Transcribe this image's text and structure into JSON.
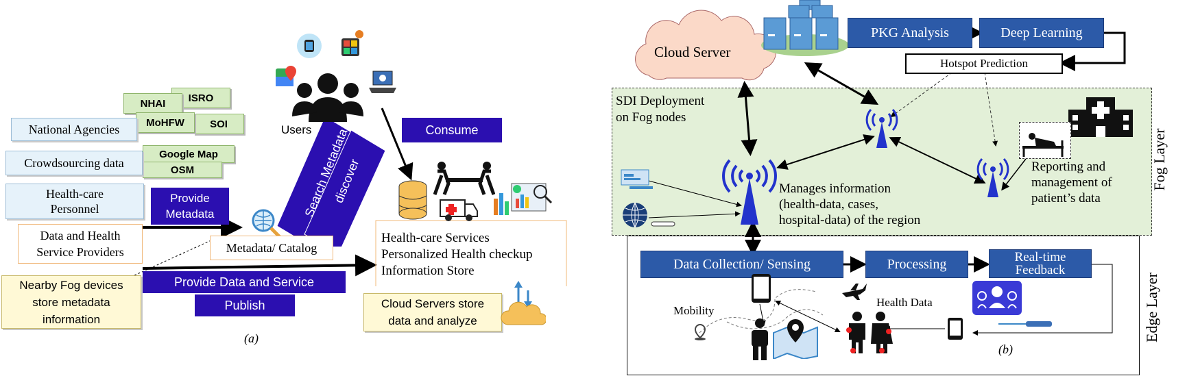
{
  "panel_a": {
    "caption": "(a)",
    "green_tags": {
      "nhai": "NHAI",
      "isro": "ISRO",
      "mohfw": "MoHFW",
      "soi": "SOI",
      "google_map": "Google Map",
      "osm": "OSM"
    },
    "sources": {
      "national_agencies": "National Agencies",
      "crowdsourcing": "Crowdsourcing data",
      "healthcare_personnel_1": "Health-care",
      "healthcare_personnel_2": "Personnel",
      "providers_1": "Data and Health",
      "providers_2": "Service Providers",
      "fog_devices_1": "Nearby Fog devices",
      "fog_devices_2": "store metadata",
      "fog_devices_3": "information"
    },
    "actions": {
      "provide_metadata_1": "Provide",
      "provide_metadata_2": "Metadata",
      "consume": "Consume",
      "search_metadata": "Search Metadata",
      "discover": "discover",
      "provide_data_service": "Provide Data and Service",
      "publish": "Publish"
    },
    "users_label": "Users",
    "catalog": "Metadata/ Catalog",
    "services": {
      "line1": "Health-care Services",
      "line2": "Personalized Health checkup",
      "line3": "Information Store"
    },
    "cloud_store_1": "Cloud Servers store",
    "cloud_store_2": "data and analyze"
  },
  "panel_b": {
    "caption": "(b)",
    "cloud_server": "Cloud Server",
    "pkg_analysis": "PKG Analysis",
    "deep_learning": "Deep Learning",
    "hotspot": "Hotspot Prediction",
    "sdi_1": "SDI Deployment",
    "sdi_2": "on Fog nodes",
    "manages_1": "Manages information",
    "manages_2": "(health-data, cases,",
    "manages_3": "hospital-data) of the region",
    "reporting_1": "Reporting and",
    "reporting_2": "management of",
    "reporting_3": "patient’s data",
    "fog_layer": "Fog Layer",
    "edge_layer": "Edge Layer",
    "data_collection": "Data Collection/ Sensing",
    "processing": "Processing",
    "realtime_1": "Real-time",
    "realtime_2": "Feedback",
    "mobility": "Mobility",
    "health_data": "Health Data"
  },
  "colors": {
    "process_blue": "#2c5aa8",
    "indigo": "#2b0fb0",
    "fog_bg": "#e3f0d8",
    "cloud_fill": "#fbd9c8",
    "antenna_blue": "#2233cc"
  },
  "icons": [
    "smartwatch-icon",
    "apps-icon",
    "map-pin-icon",
    "laptop-icon",
    "users-icon",
    "database-icon",
    "stretcher-icon",
    "ambulance-icon",
    "analytics-icon",
    "magnifier-globe-icon",
    "cloud-upload-icon",
    "server-stack-icon",
    "antenna-icon",
    "hospital-icon",
    "patient-bed-icon",
    "monitor-icon",
    "globe-icon",
    "smartphone-icon",
    "airplane-icon",
    "location-icon",
    "map-icon",
    "elderly-couple-icon",
    "doctor-support-icon",
    "sensor-icon"
  ]
}
